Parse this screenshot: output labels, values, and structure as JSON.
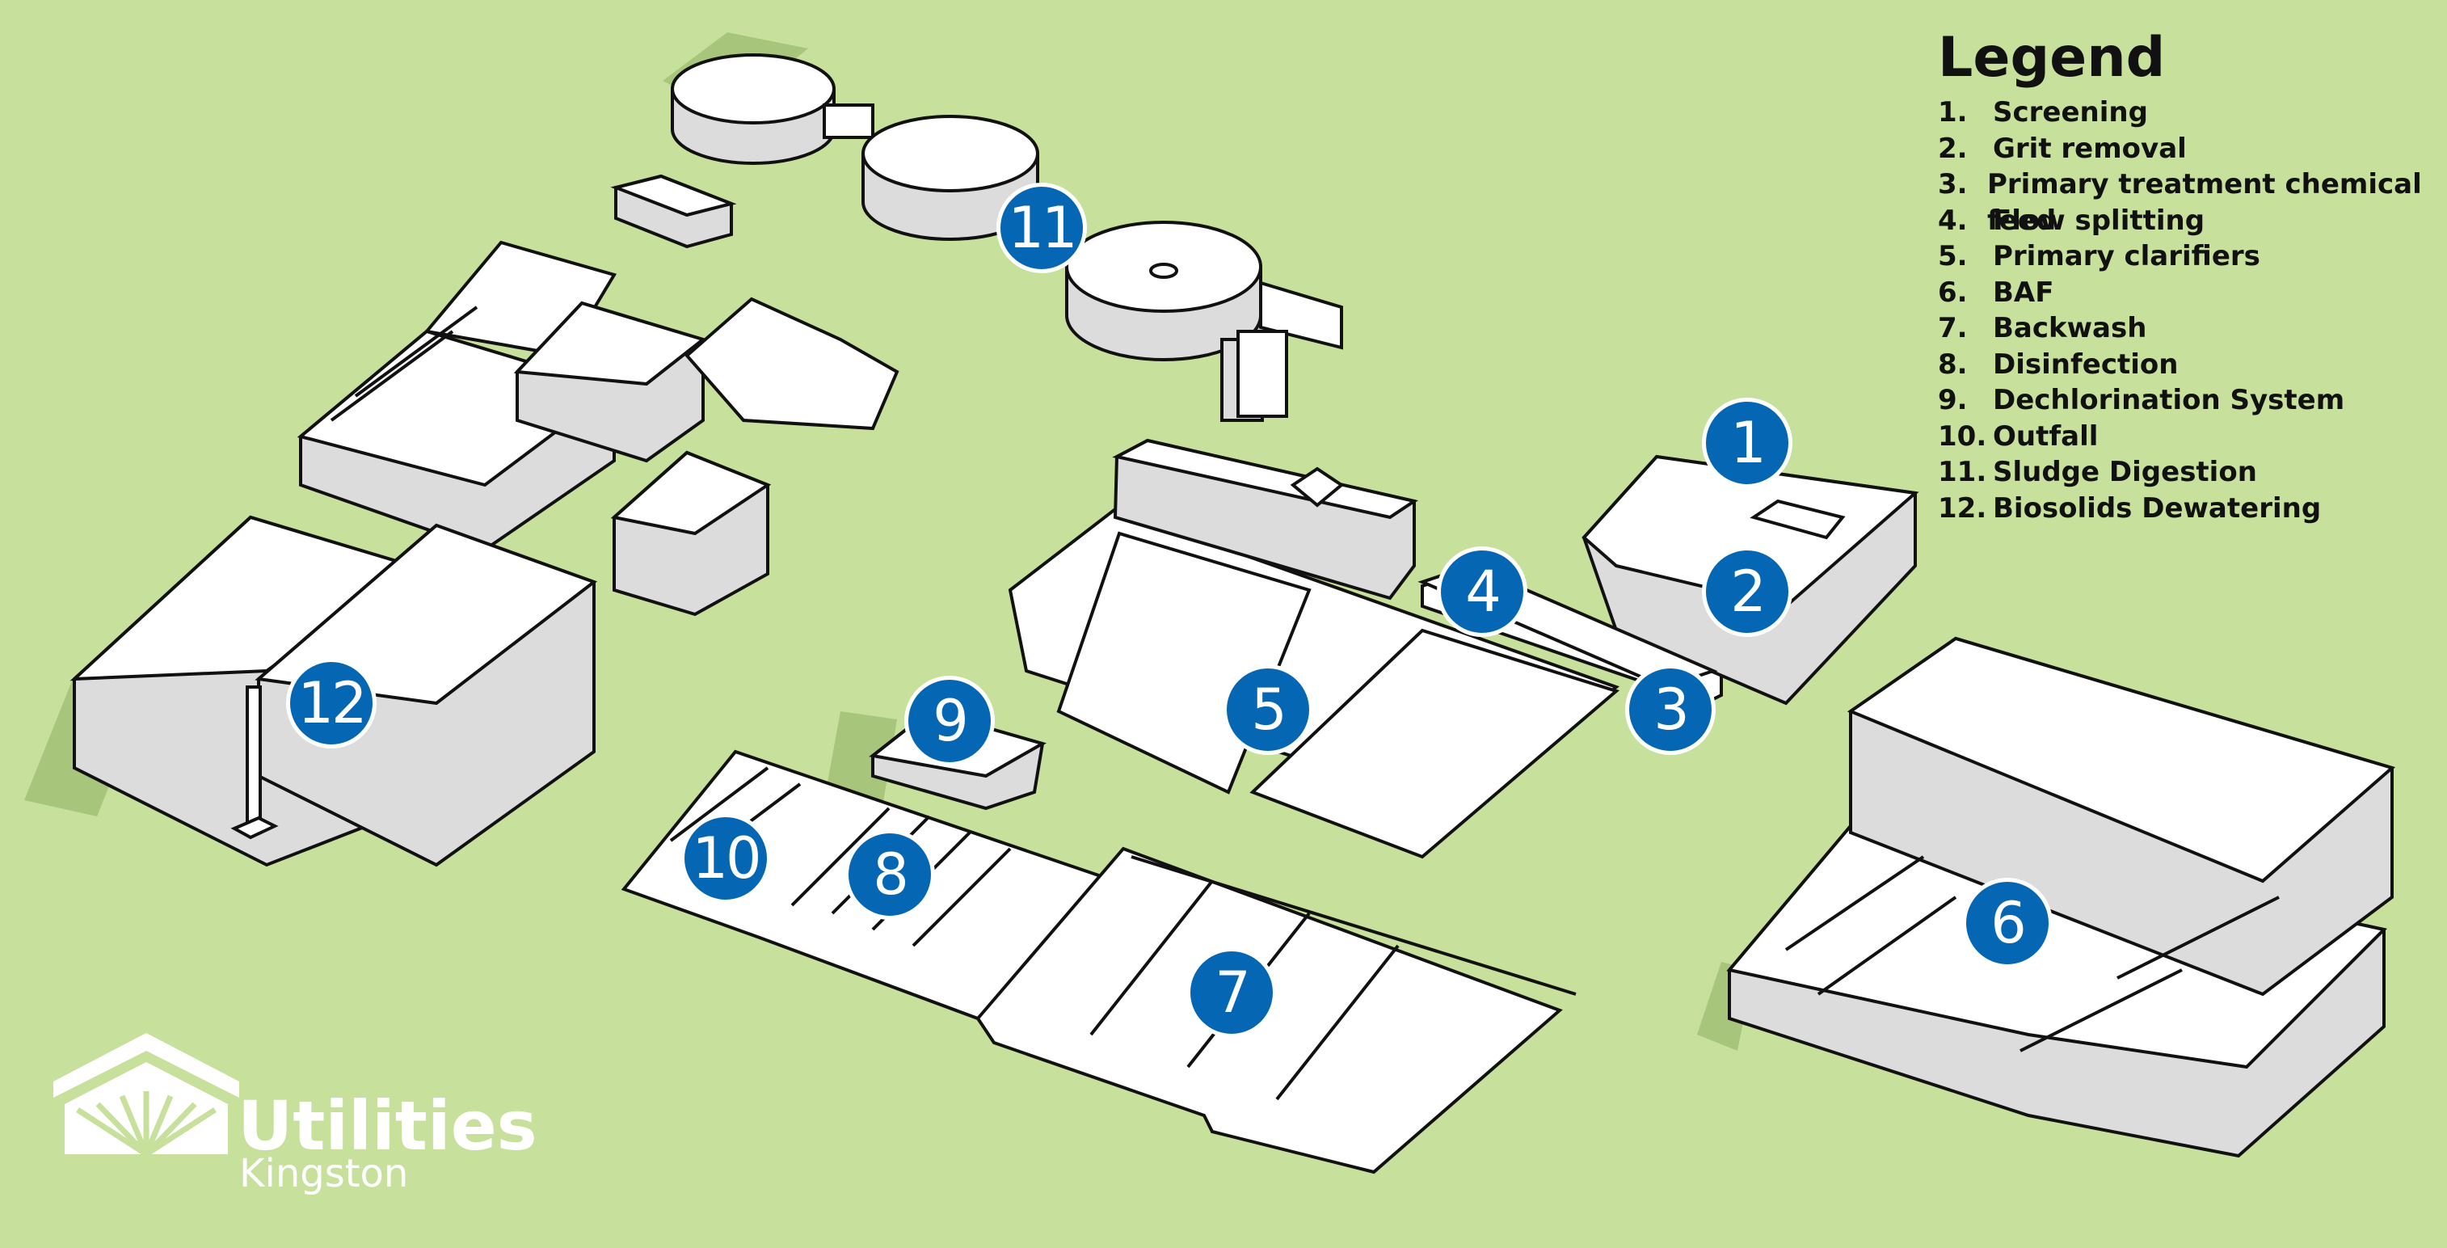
{
  "legend": {
    "title": "Legend",
    "items": [
      {
        "num": "1.",
        "label": "Screening"
      },
      {
        "num": "2.",
        "label": "Grit removal"
      },
      {
        "num": "3.",
        "label": "Primary treatment chemical feed"
      },
      {
        "num": "4.",
        "label": "Flow splitting"
      },
      {
        "num": "5.",
        "label": "Primary clarifiers"
      },
      {
        "num": "6.",
        "label": "BAF"
      },
      {
        "num": "7.",
        "label": "Backwash"
      },
      {
        "num": "8.",
        "label": "Disinfection"
      },
      {
        "num": "9.",
        "label": "Dechlorination System"
      },
      {
        "num": "10.",
        "label": "Outfall"
      },
      {
        "num": "11.",
        "label": "Sludge Digestion"
      },
      {
        "num": "12.",
        "label": "Biosolids Dewatering"
      }
    ]
  },
  "markers": [
    "1",
    "2",
    "3",
    "4",
    "5",
    "6",
    "7",
    "8",
    "9",
    "10",
    "11",
    "12"
  ],
  "logo": {
    "brand": "Utilities",
    "city": "Kingston",
    "icon": "sunrise-roof-icon"
  },
  "colors": {
    "background": "#c7e09c",
    "marker": "#0567b4",
    "building_top": "#ffffff",
    "building_side": "#dcdcdc",
    "shadow": "#a8c57c"
  }
}
